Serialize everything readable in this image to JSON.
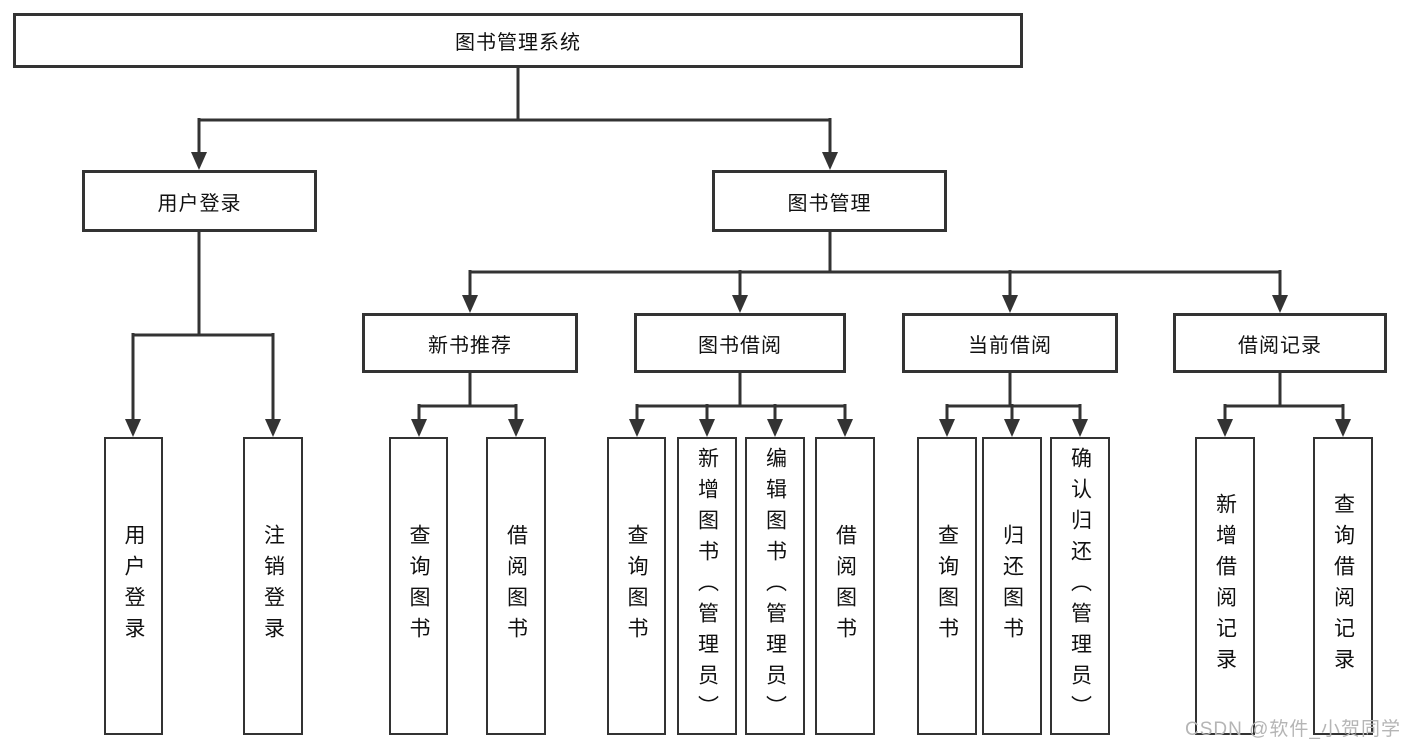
{
  "diagram": {
    "type": "hierarchy",
    "tree": {
      "label": "图书管理系统",
      "children": [
        {
          "label": "用户登录",
          "children": [
            {
              "label": "用户登录"
            },
            {
              "label": "注销登录"
            }
          ]
        },
        {
          "label": "图书管理",
          "children": [
            {
              "label": "新书推荐",
              "children": [
                {
                  "label": "查询图书"
                },
                {
                  "label": "借阅图书"
                }
              ]
            },
            {
              "label": "图书借阅",
              "children": [
                {
                  "label": "查询图书"
                },
                {
                  "label": "新增图书（管理员）"
                },
                {
                  "label": "编辑图书（管理员）"
                },
                {
                  "label": "借阅图书"
                }
              ]
            },
            {
              "label": "当前借阅",
              "children": [
                {
                  "label": "查询图书"
                },
                {
                  "label": "归还图书"
                },
                {
                  "label": "确认归还（管理员）"
                }
              ]
            },
            {
              "label": "借阅记录",
              "children": [
                {
                  "label": "新增借阅记录"
                },
                {
                  "label": "查询借阅记录"
                }
              ]
            }
          ]
        }
      ]
    },
    "colors": {
      "line": "#333333",
      "box_border": "#333333",
      "text": "#111111",
      "background": "#ffffff",
      "watermark": "#b5b5b5"
    }
  },
  "watermark": "CSDN @软件_小贺同学"
}
